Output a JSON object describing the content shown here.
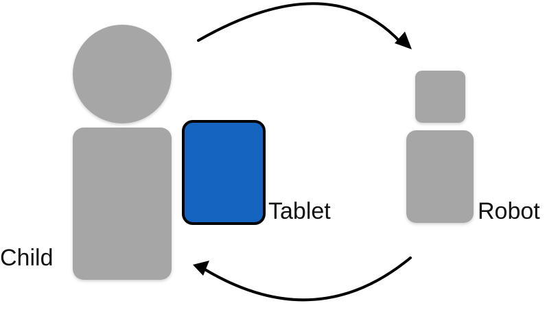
{
  "labels": {
    "child": "Child",
    "tablet": "Tablet",
    "robot": "Robot"
  },
  "colors": {
    "figure": "#a6a6a6",
    "tablet_fill": "#1565c0",
    "tablet_border": "#000000",
    "arrow": "#000000",
    "text": "#111111"
  },
  "arrows": [
    {
      "from": "child",
      "to": "robot"
    },
    {
      "from": "robot",
      "to": "child"
    }
  ]
}
